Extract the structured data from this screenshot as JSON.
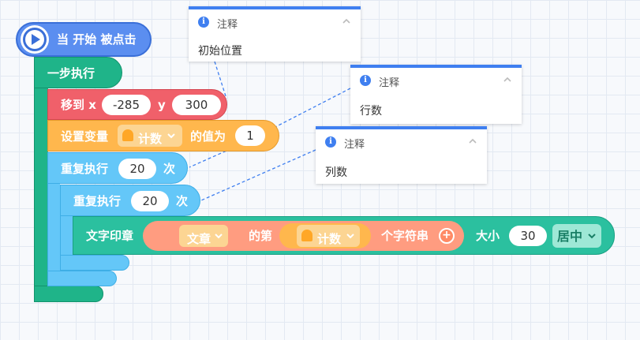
{
  "hat": {
    "label": "当 开始 被点击",
    "icon": "play-icon"
  },
  "step": {
    "label": "一步执行"
  },
  "move": {
    "label": "移到 x",
    "x": "-285",
    "y_label": "y",
    "y": "300"
  },
  "set_variable": {
    "label": "设置变量",
    "variable": "计数",
    "to_label": "的值为",
    "value": "1"
  },
  "repeat_outer": {
    "label": "重复执行",
    "count": "20",
    "times_label": "次"
  },
  "repeat_inner": {
    "label": "重复执行",
    "count": "20",
    "times_label": "次"
  },
  "text_stamp": {
    "label": "文字印章",
    "source": "文章",
    "of_label": "的第",
    "index_var": "计数",
    "char_label": "个字符串",
    "size_label": "大小",
    "size": "30",
    "align": "居中"
  },
  "comments": [
    {
      "title": "注释",
      "text": "初始位置"
    },
    {
      "title": "注释",
      "text": "行数"
    },
    {
      "title": "注释",
      "text": "列数"
    }
  ],
  "colors": {
    "event": "#5b8ef0",
    "control": "#1fb489",
    "motion": "#f0606a",
    "variable": "#ffb74d",
    "loop": "#64c7f8",
    "pen": "#2bc09f",
    "comment_accent": "#3f7ff0"
  }
}
